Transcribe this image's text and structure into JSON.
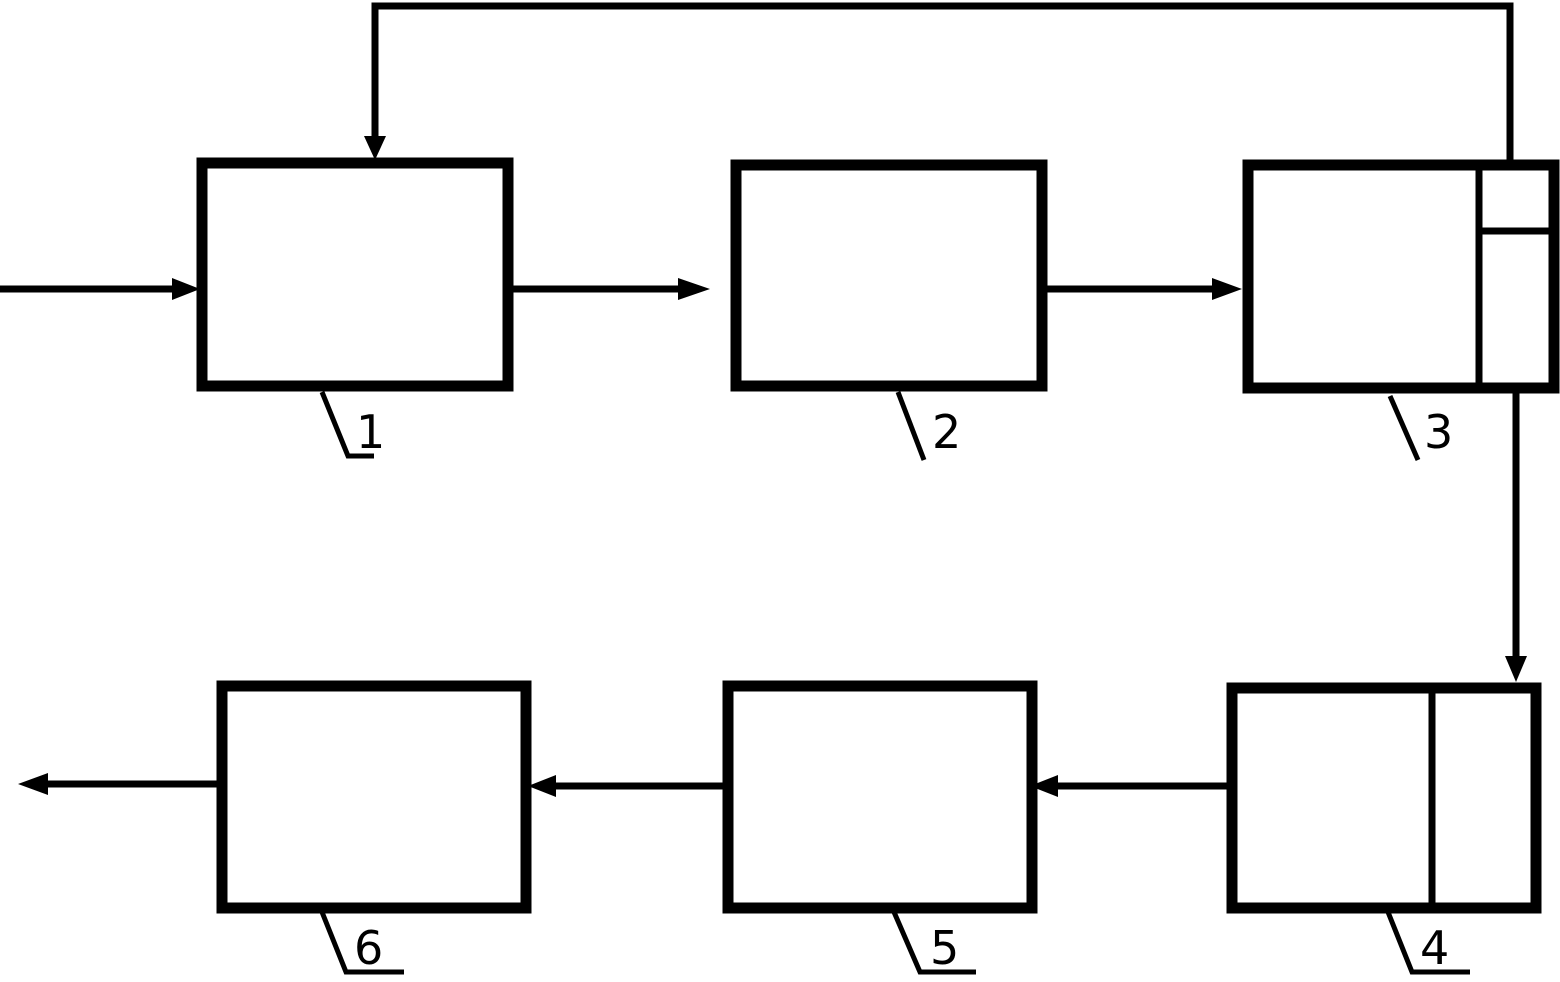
{
  "diagram": {
    "blocks": [
      {
        "id": "block-1",
        "label": "1"
      },
      {
        "id": "block-2",
        "label": "2"
      },
      {
        "id": "block-3",
        "label": "3"
      },
      {
        "id": "block-4",
        "label": "4"
      },
      {
        "id": "block-5",
        "label": "5"
      },
      {
        "id": "block-6",
        "label": "6"
      }
    ],
    "connections": [
      {
        "from": "input",
        "to": "block-1"
      },
      {
        "from": "block-1",
        "to": "block-2"
      },
      {
        "from": "block-2",
        "to": "block-3"
      },
      {
        "from": "block-3",
        "to": "block-1",
        "type": "feedback"
      },
      {
        "from": "block-3",
        "to": "block-4"
      },
      {
        "from": "block-4",
        "to": "block-5"
      },
      {
        "from": "block-5",
        "to": "block-6"
      },
      {
        "from": "block-6",
        "to": "output"
      }
    ]
  }
}
